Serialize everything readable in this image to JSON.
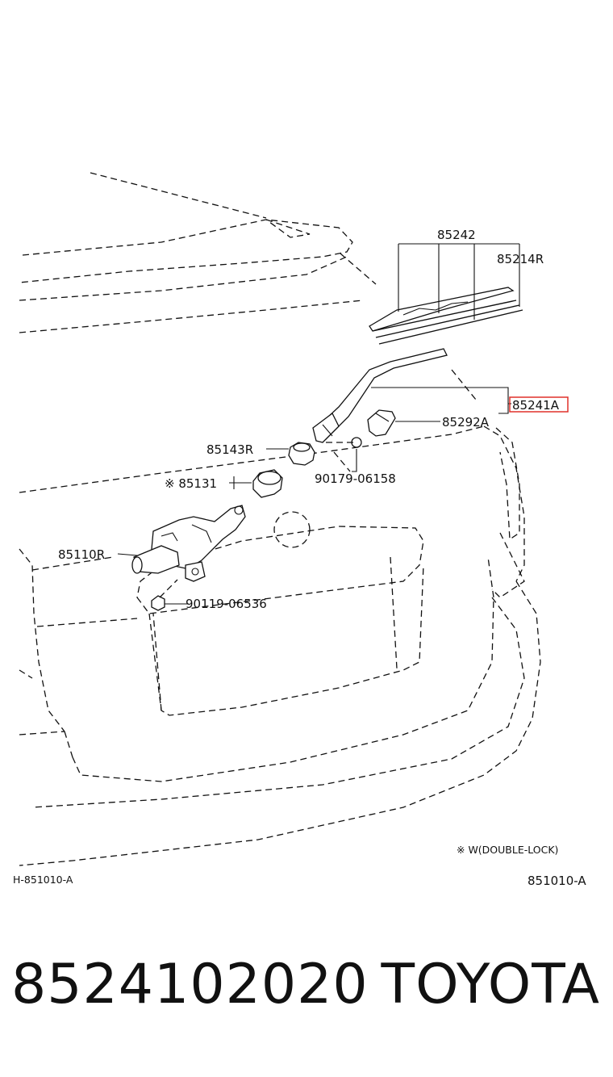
{
  "labels": {
    "p85242": "85242",
    "p85214R": "85214R",
    "p85241A": "85241A",
    "p85292A": "85292A",
    "p85143R": "85143R",
    "p90179": "90179-06158",
    "p85131": "※ 85131",
    "p85110R": "85110R",
    "p90119": "90119-06536",
    "note": "※  W(DOUBLE-LOCK)",
    "code_left": "H-851010-A",
    "code_right": "851010-A"
  },
  "highlight_color": "#e0302a",
  "footer": {
    "part_number": "8524102020",
    "brand": "TOYOTA"
  }
}
